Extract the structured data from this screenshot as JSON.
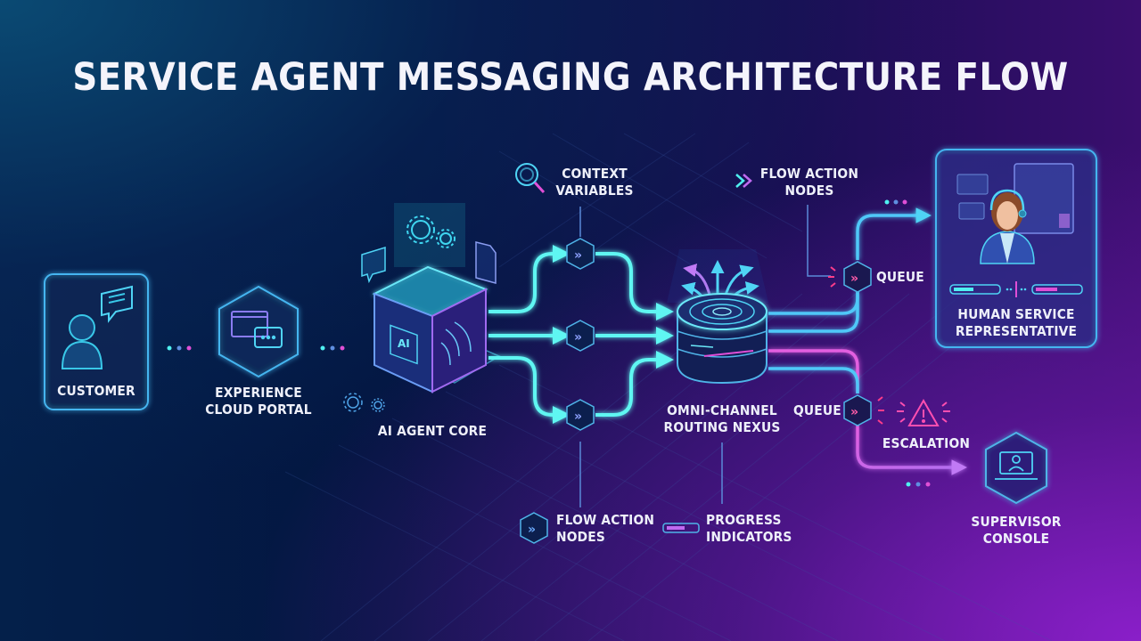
{
  "title": "SERVICE AGENT MESSAGING ARCHITECTURE FLOW",
  "colors": {
    "cyan": "#3ff0f0",
    "blue": "#3ea7e8",
    "magenta": "#e04fd6",
    "pink": "#ff3d8a",
    "background_left": "#031540",
    "background_right": "#6a1bb0"
  },
  "nodes": {
    "customer": {
      "label": "CUSTOMER",
      "icon": "user-chat-icon"
    },
    "portal": {
      "label_line1": "EXPERIENCE",
      "label_line2": "CLOUD PORTAL",
      "icon": "chat-window-icon"
    },
    "ai_core": {
      "label": "AI AGENT CORE",
      "icon": "ai-chip-cube-icon"
    },
    "nexus": {
      "label_line1": "OMNI-CHANNEL",
      "label_line2": "ROUTING NEXUS",
      "icon": "routing-hub-icon"
    },
    "human_rep": {
      "label_line1": "HUMAN SERVICE",
      "label_line2": "REPRESENTATIVE",
      "icon": "agent-headset-icon"
    },
    "supervisor": {
      "label_line1": "SUPERVISOR",
      "label_line2": "CONSOLE",
      "icon": "laptop-user-icon"
    }
  },
  "annotations": {
    "context_variables": {
      "line1": "CONTEXT",
      "line2": "VARIABLES",
      "icon": "magnifier-icon"
    },
    "flow_action_top": {
      "line1": "FLOW ACTION",
      "line2": "NODES",
      "icon": "double-chevron-icon"
    },
    "flow_action_bottom": {
      "line1": "FLOW ACTION",
      "line2": "NODES",
      "icon": "double-chevron-hex-icon"
    },
    "progress_indicators": {
      "line1": "PROGRESS",
      "line2": "INDICATORS",
      "icon": "progress-bar-icon"
    },
    "queue_top": {
      "label": "QUEUE"
    },
    "queue_bottom": {
      "label": "QUEUE"
    },
    "escalation": {
      "label": "ESCALATION",
      "icon": "warning-triangle-icon"
    }
  }
}
